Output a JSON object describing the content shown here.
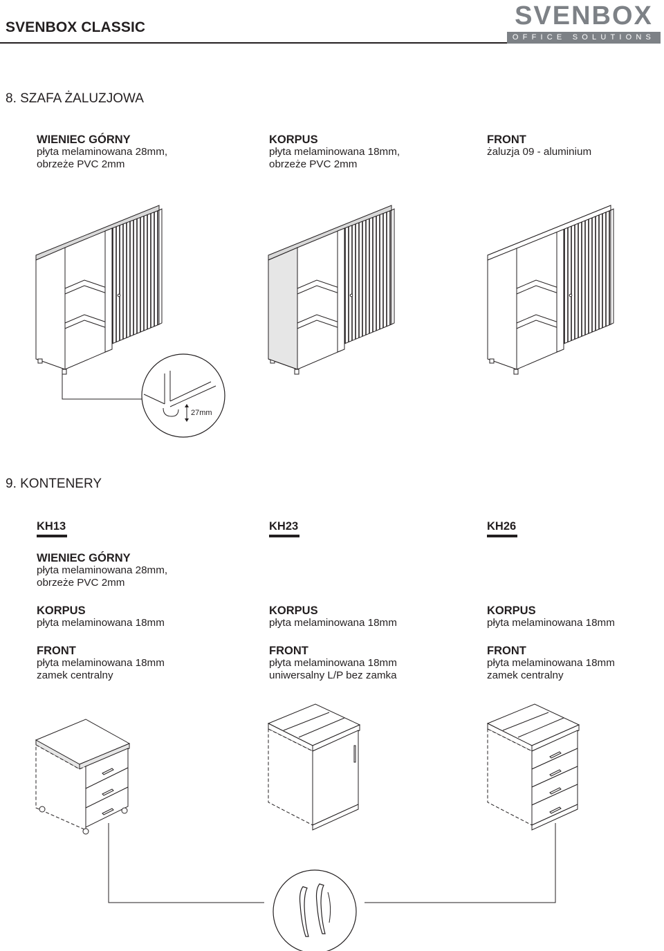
{
  "header": {
    "title": "SVENBOX CLASSIC",
    "logo_word": "SVENBOX",
    "logo_tagline": "OFFICE SOLUTIONS"
  },
  "section8": {
    "title": "8. SZAFA ŻALUZJOWA",
    "specs": [
      {
        "heading": "WIENIEC GÓRNY",
        "lines": [
          "płyta melaminowana 28mm,",
          "obrzeże PVC 2mm"
        ]
      },
      {
        "heading": "KORPUS",
        "lines": [
          "płyta melaminowana 18mm,",
          "obrzeże PVC 2mm"
        ]
      },
      {
        "heading": "FRONT",
        "lines": [
          "żaluzja 09 - aluminium"
        ]
      }
    ],
    "detail_dimension": "27mm"
  },
  "section9": {
    "title": "9. KONTENERY",
    "models": [
      {
        "name": "KH13",
        "specs": [
          {
            "heading": "WIENIEC GÓRNY",
            "lines": [
              "płyta melaminowana 28mm,",
              "obrzeże PVC 2mm"
            ]
          },
          {
            "heading": "KORPUS",
            "lines": [
              "płyta melaminowana 18mm"
            ]
          },
          {
            "heading": "FRONT",
            "lines": [
              "płyta melaminowana 18mm",
              "zamek centralny"
            ]
          }
        ]
      },
      {
        "name": "KH23",
        "specs": [
          {
            "heading": "KORPUS",
            "lines": [
              "płyta melaminowana 18mm"
            ]
          },
          {
            "heading": "FRONT",
            "lines": [
              "płyta melaminowana 18mm",
              "uniwersalny L/P bez zamka"
            ]
          }
        ]
      },
      {
        "name": "KH26",
        "specs": [
          {
            "heading": "KORPUS",
            "lines": [
              "płyta melaminowana 18mm"
            ]
          },
          {
            "heading": "FRONT",
            "lines": [
              "płyta melaminowana 18mm",
              "zamek centralny"
            ]
          }
        ]
      }
    ]
  },
  "colors": {
    "ink": "#231f20",
    "logo_gray": "#7d8186",
    "top_panel": "#d9d9d9",
    "body_panel": "#e6e6e6"
  }
}
